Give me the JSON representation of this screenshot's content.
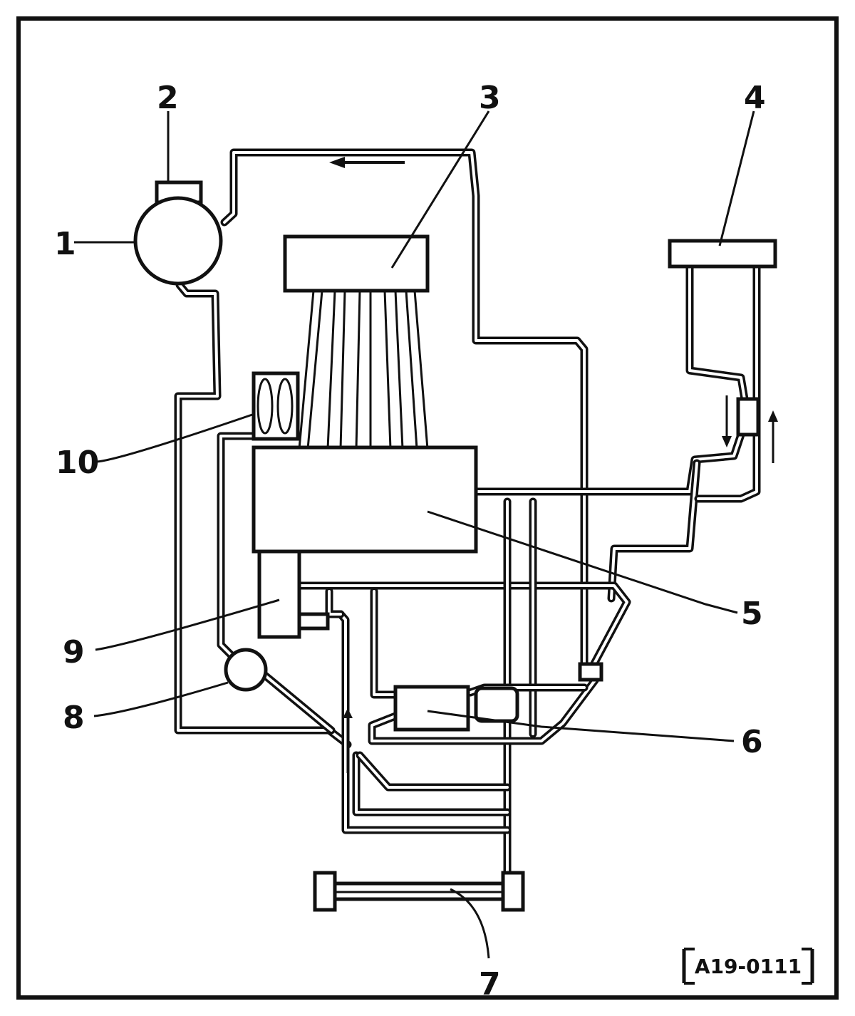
{
  "figure": {
    "reference_code": "A19-0111",
    "callouts": [
      {
        "id": "1",
        "label": "1"
      },
      {
        "id": "2",
        "label": "2"
      },
      {
        "id": "3",
        "label": "3"
      },
      {
        "id": "4",
        "label": "4"
      },
      {
        "id": "5",
        "label": "5"
      },
      {
        "id": "6",
        "label": "6"
      },
      {
        "id": "7",
        "label": "7"
      },
      {
        "id": "8",
        "label": "8"
      },
      {
        "id": "9",
        "label": "9"
      },
      {
        "id": "10",
        "label": "10"
      }
    ]
  },
  "colors": {
    "ink": "#111111",
    "paper": "#ffffff"
  }
}
